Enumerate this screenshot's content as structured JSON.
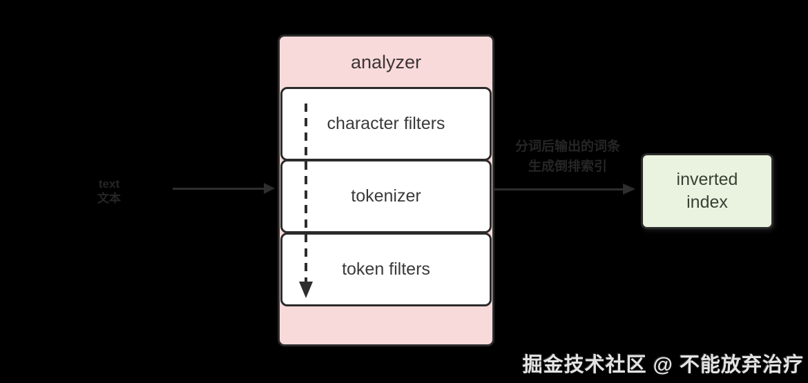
{
  "diagram": {
    "input_label": {
      "line1": "text",
      "line2": "文本"
    },
    "analyzer": {
      "title": "analyzer",
      "stages": [
        {
          "label": "character filters"
        },
        {
          "label": "tokenizer"
        },
        {
          "label": "token filters"
        }
      ]
    },
    "output_caption": {
      "line1": "分词后输出的词条",
      "line2": "生成倒排索引"
    },
    "result_box": {
      "line1": "inverted",
      "line2": "index"
    }
  },
  "watermark": "掘金技术社区 @ 不能放弃治疗",
  "colors": {
    "bg": "#000000",
    "pink": "#f9dada",
    "green": "#e9f3df",
    "border": "#2b2b2b",
    "arrow": "#2e2e2e",
    "faint-text": "#262626",
    "box-text": "#3a3a3a",
    "title-text": "#3c3436"
  }
}
